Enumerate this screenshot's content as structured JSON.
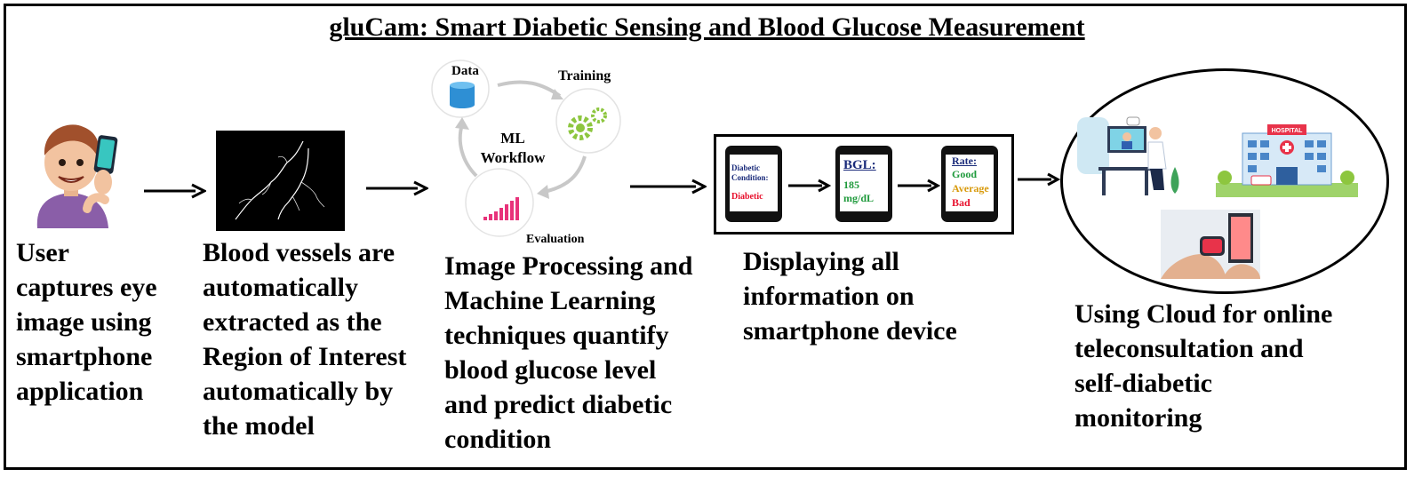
{
  "title": "gluCam: Smart Diabetic Sensing and Blood Glucose Measurement",
  "steps": [
    {
      "caption": "User\ncaptures eye\nimage using\nsmartphone\napplication"
    },
    {
      "caption": "Blood vessels are\nautomatically\nextracted as the\nRegion of Interest\nautomatically by\nthe model"
    },
    {
      "caption": "Image Processing and\nMachine Learning\ntechniques quantify\nblood glucose level\nand predict diabetic\ncondition"
    },
    {
      "caption": "Displaying all\ninformation on\nsmartphone device"
    },
    {
      "caption": "Using Cloud for online\nteleconsultation and\nself-diabetic\nmonitoring"
    }
  ],
  "ml_workflow": {
    "center": "ML\nWorkflow",
    "data": "Data",
    "training": "Training",
    "evaluation": "Evaluation"
  },
  "phones": {
    "phone1": {
      "label": "Diabetic\nCondition:",
      "value": "Diabetic"
    },
    "phone2": {
      "label": "BGL:",
      "value": "185\nmg/dL"
    },
    "phone3": {
      "label": "Rate:",
      "good": "Good",
      "average": "Average",
      "bad": "Bad"
    }
  },
  "cloud": {
    "hospital_sign": "HOSPITAL"
  },
  "colors": {
    "green": "#1f9a3c",
    "red": "#e8112d",
    "orange": "#d89a0c",
    "navy": "#1a2b7a",
    "blue": "#2f8fd0"
  }
}
